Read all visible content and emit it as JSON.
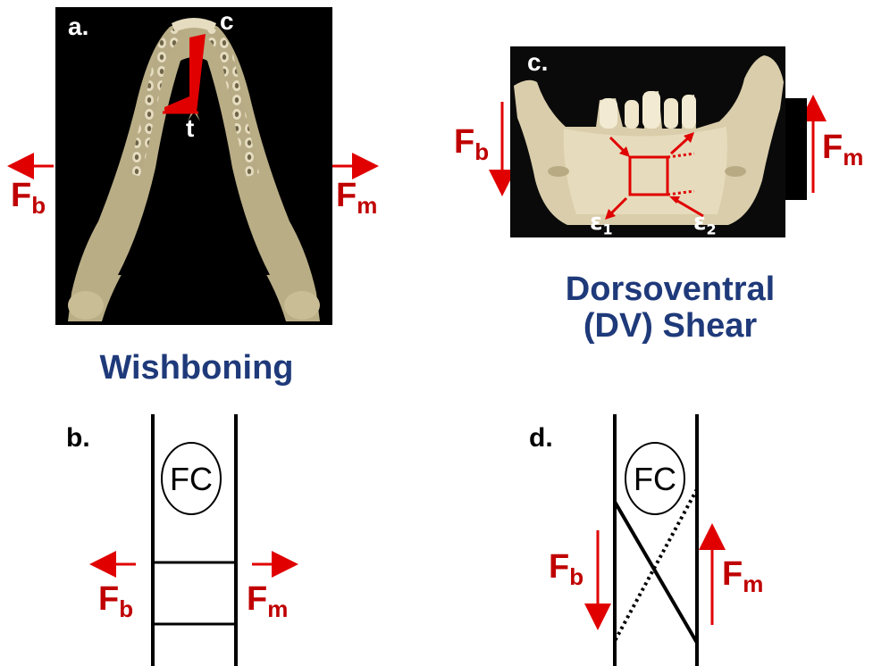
{
  "panel_a": {
    "label": "a.",
    "point_c": "c",
    "point_t": "t",
    "force_left": {
      "symbol": "F",
      "subscript": "b"
    },
    "force_right": {
      "symbol": "F",
      "subscript": "m"
    },
    "heading": "Wishboning"
  },
  "panel_b": {
    "label": "b.",
    "fc_label": "FC",
    "force_left": {
      "symbol": "F",
      "subscript": "b"
    },
    "force_right": {
      "symbol": "F",
      "subscript": "m"
    }
  },
  "panel_c": {
    "label": "c.",
    "strain_1": {
      "symbol": "ε",
      "subscript": "1"
    },
    "strain_2": {
      "symbol": "ε",
      "subscript": "2"
    },
    "force_left": {
      "symbol": "F",
      "subscript": "b"
    },
    "force_right": {
      "symbol": "F",
      "subscript": "m"
    },
    "heading_line1": "Dorsoventral",
    "heading_line2": "(DV) Shear"
  },
  "panel_d": {
    "label": "d.",
    "fc_label": "FC",
    "force_left": {
      "symbol": "F",
      "subscript": "b"
    },
    "force_right": {
      "symbol": "F",
      "subscript": "m"
    }
  },
  "colors": {
    "force_red": "#e00000",
    "heading_blue": "#1f3a7a",
    "bone": "#b9ad86",
    "photo_background": "#000000"
  }
}
